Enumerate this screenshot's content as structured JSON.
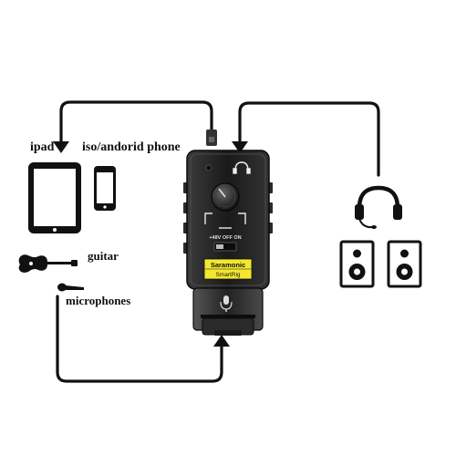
{
  "labels": {
    "ipad": "ipad",
    "phone": "iso/andorid phone",
    "guitar": "guitar",
    "microphones": "microphones"
  },
  "device": {
    "brand": "Saramonic",
    "model": "SmartRig",
    "switch_text": "+48V OFF ON"
  },
  "colors": {
    "line": "#111111",
    "device_body": "#1c1c1c",
    "brand_label": "#f2e832",
    "background": "#ffffff"
  },
  "icons": [
    "tablet-icon",
    "phone-icon",
    "guitar-icon",
    "microphone-icon",
    "headphones-icon",
    "speaker-icon",
    "headphone-jack-icon"
  ]
}
